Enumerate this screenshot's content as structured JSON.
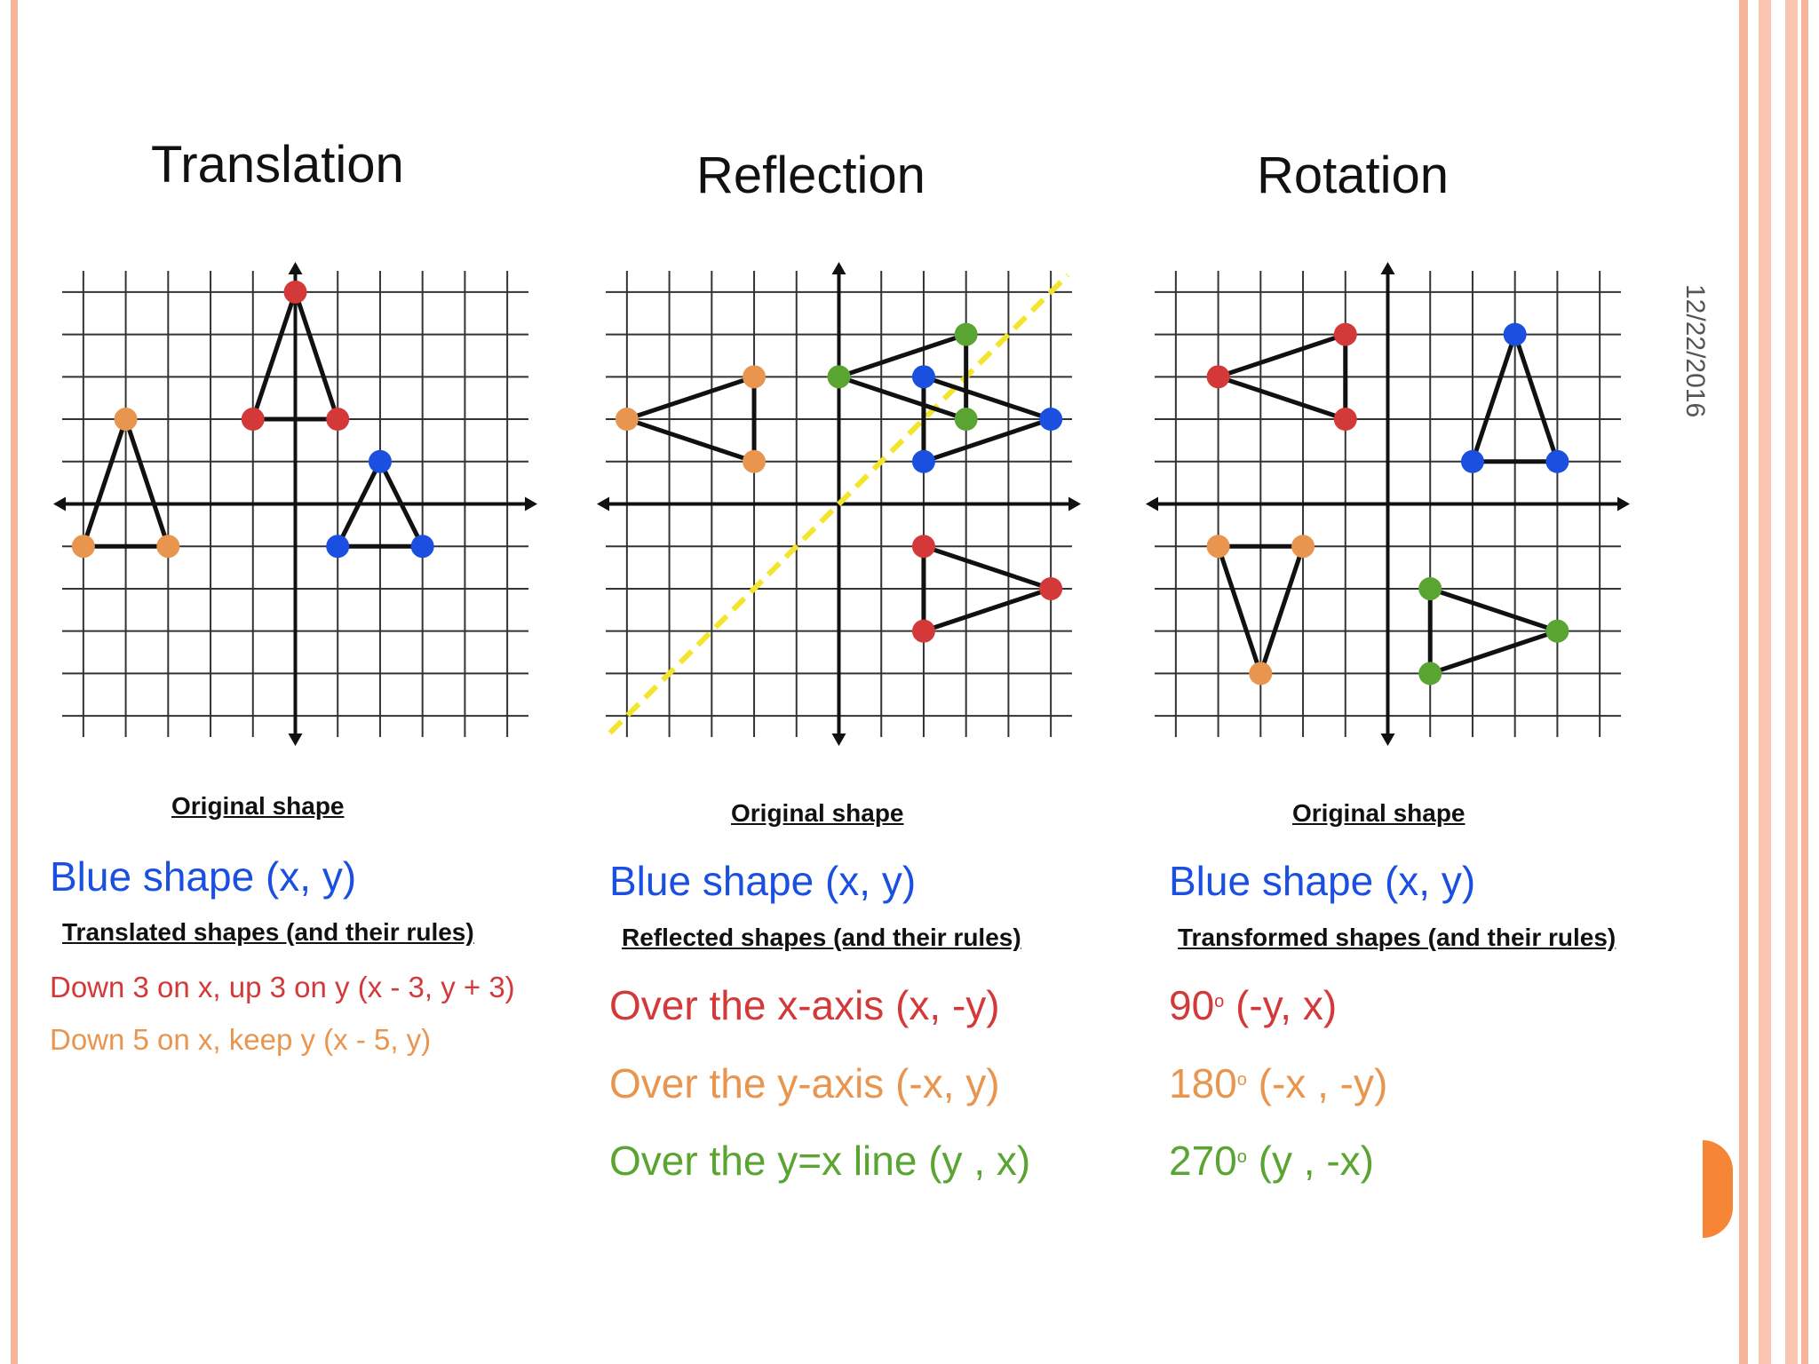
{
  "date": "12/22/2016",
  "panels": [
    {
      "title": "Translation",
      "original_heading": "Original shape",
      "blue_label": "Blue shape (x, y)",
      "rules_heading": "Translated shapes (and their rules)",
      "rules": [
        "Down 3 on x,  up 3 on y (x - 3, y + 3)",
        "Down 5 on x, keep y (x - 5, y)"
      ]
    },
    {
      "title": "Reflection",
      "original_heading": "Original shape",
      "blue_label": "Blue shape (x, y)",
      "rules_heading": "Reflected shapes (and their rules)",
      "rules": [
        "Over the x-axis (x, -y)",
        "Over the y-axis (-x, y)",
        "Over the y=x line (y , x)"
      ]
    },
    {
      "title": "Rotation",
      "original_heading": "Original shape",
      "blue_label": "Blue shape (x, y)",
      "rules_heading": "Transformed shapes (and their rules)",
      "rules": [
        "90",
        "180",
        "270"
      ],
      "rule_suffix": [
        "o",
        "(-y, x)",
        "o",
        "(-x , -y)",
        "o",
        "(y , -x)"
      ]
    }
  ],
  "colors": {
    "blue": "#1a4fe0",
    "red": "#d4393a",
    "orange": "#e8964f",
    "green": "#5aa531",
    "reflect_line": "#f2e52b"
  },
  "shapes": {
    "translation": {
      "blue": [
        [
          2,
          1
        ],
        [
          1,
          -1
        ],
        [
          3,
          -1
        ]
      ],
      "red": [
        [
          0,
          5
        ],
        [
          -1,
          2
        ],
        [
          1,
          2
        ]
      ],
      "orange": [
        [
          -4,
          2
        ],
        [
          -5,
          -1
        ],
        [
          -3,
          -1
        ]
      ]
    },
    "reflection": {
      "blue": [
        [
          2,
          3
        ],
        [
          2,
          1
        ],
        [
          5,
          2
        ]
      ],
      "red": [
        [
          2,
          -1
        ],
        [
          2,
          -3
        ],
        [
          5,
          -2
        ]
      ],
      "orange": [
        [
          -2,
          3
        ],
        [
          -2,
          1
        ],
        [
          -5,
          2
        ]
      ],
      "green": [
        [
          0,
          3
        ],
        [
          3,
          4
        ],
        [
          3,
          2
        ]
      ]
    },
    "rotation": {
      "blue": [
        [
          3,
          4
        ],
        [
          2,
          1
        ],
        [
          4,
          1
        ]
      ],
      "red": [
        [
          -1,
          4
        ],
        [
          -1,
          2
        ],
        [
          -4,
          3
        ]
      ],
      "orange": [
        [
          -4,
          -1
        ],
        [
          -2,
          -1
        ],
        [
          -3,
          -4
        ]
      ],
      "green": [
        [
          1,
          -2
        ],
        [
          1,
          -4
        ],
        [
          4,
          -3
        ]
      ]
    }
  }
}
